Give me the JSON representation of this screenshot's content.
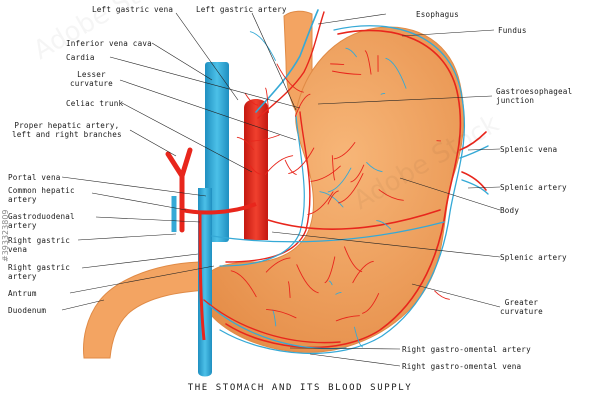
{
  "title": "THE STOMACH AND ITS BLOOD SUPPLY",
  "stock_id": "#393323809",
  "watermark_text": "Adobe Stock",
  "colors": {
    "stomach": "#f3a462",
    "stomach_shade": "#e08a45",
    "artery": "#e8261c",
    "vein": "#35a9d6",
    "leader_line": "#222222"
  },
  "labels": {
    "left_gastric_vena": "Left gastric vena",
    "left_gastric_artery": "Left gastric artery",
    "esophagus": "Esophagus",
    "fundus": "Fundus",
    "inferior_vena_cava": "Inferior vena cava",
    "cardia": "Cardia",
    "lesser_curvature": "Lesser\ncurvature",
    "celiac_trunk": "Celiac trunk",
    "proper_hepatic_artery": "Proper hepatic artery,\nleft and right branches",
    "gastroesophageal_junction": "Gastroesophageal\njunction",
    "splenic_vena": "Splenic vena",
    "splenic_artery_upper": "Splenic artery",
    "portal_vena": "Portal vena",
    "common_hepatic_artery": "Common hepatic\nartery",
    "body": "Body",
    "gastroduodenal_artery": "Gastroduodenal\nartery",
    "right_gastric_vena": "Right gastric\nvena",
    "splenic_artery_lower": "Splenic artery",
    "right_gastric_artery": "Right gastric\nartery",
    "antrum": "Antrum",
    "duodenum": "Duodenum",
    "greater_curvature": "Greater\ncurvature",
    "right_gastro_omental_artery": "Right gastro-omental artery",
    "right_gastro_omental_vena": "Right gastro-omental vena"
  }
}
